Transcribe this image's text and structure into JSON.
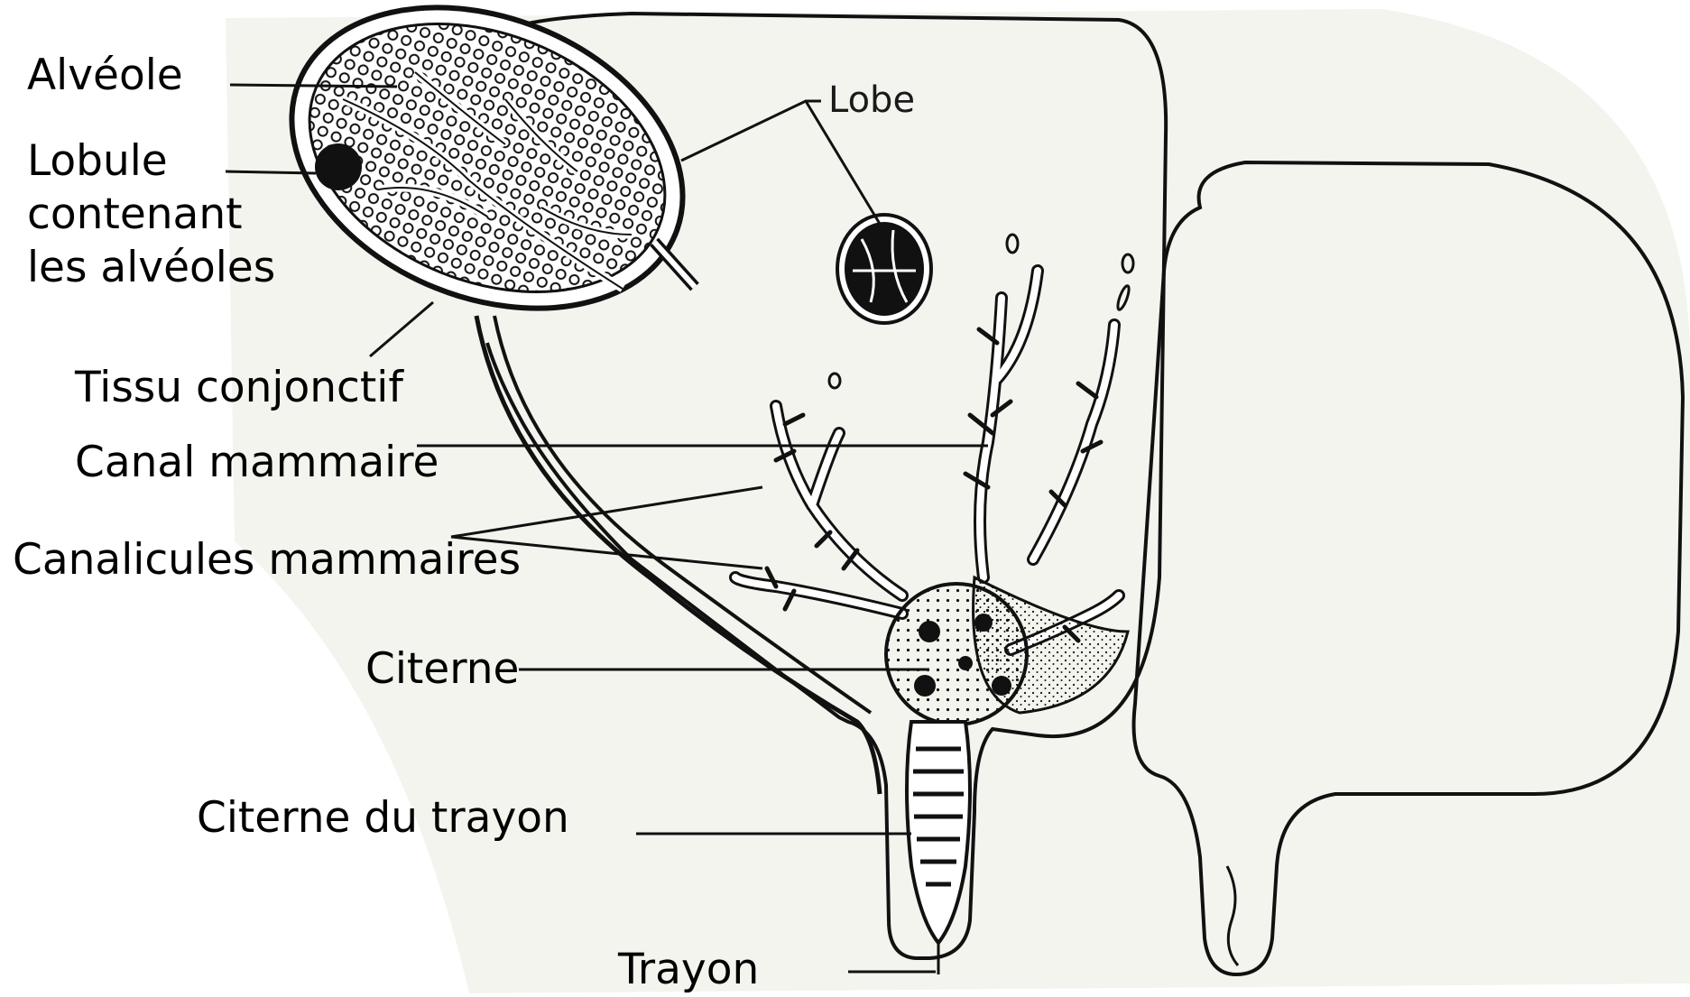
{
  "labels": {
    "alveole": "Alvéole",
    "lobule_line1": "Lobule",
    "lobule_line2": "contenant",
    "lobule_line3": "les alvéoles",
    "tissu": "Tissu conjonctif",
    "canal": "Canal mammaire",
    "canalicules": "Canalicules mammaires",
    "citerne": "Citerne",
    "citerne_trayon": "Citerne du trayon",
    "trayon": "Trayon",
    "lobe": "Lobe"
  },
  "colors": {
    "ink": "#111111",
    "paper": "#f4f4ee",
    "background": "#ffffff"
  }
}
